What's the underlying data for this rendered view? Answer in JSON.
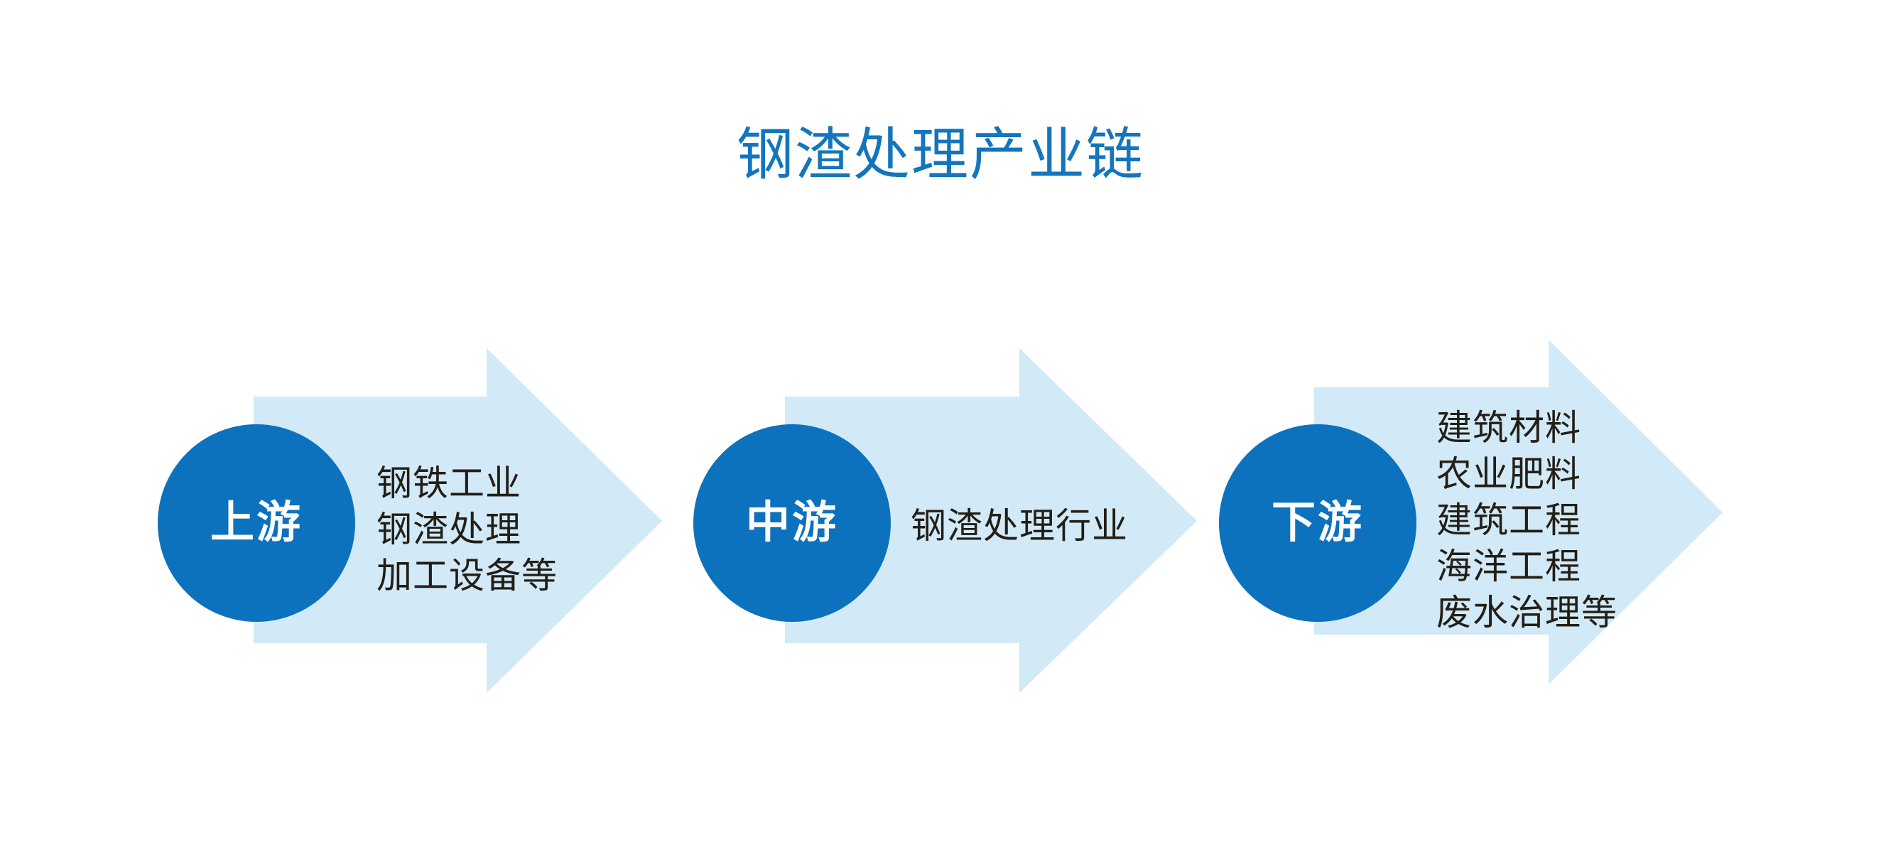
{
  "title": "钢渣处理产业链",
  "colors": {
    "background": "#ffffff",
    "title_blue": "#1275bd",
    "circle_blue": "#0c72bd",
    "arrow_light_blue": "#d2e9f8",
    "body_text": "#231f16",
    "circle_text": "#ffffff"
  },
  "stages": [
    {
      "key": "upstream",
      "badge": "上游",
      "items": [
        "钢铁工业",
        "钢渣处理",
        "加工设备等"
      ]
    },
    {
      "key": "midstream",
      "badge": "中游",
      "items": [
        "钢渣处理行业"
      ]
    },
    {
      "key": "downstream",
      "badge": "下游",
      "items": [
        "建筑材料",
        "农业肥料",
        "建筑工程",
        "海洋工程",
        "废水治理等"
      ]
    }
  ],
  "chart_data": {
    "type": "diagram",
    "subtype": "industry-chain-arrows",
    "title": "钢渣处理产业链",
    "flow_direction": "left-to-right",
    "nodes": [
      {
        "stage": "上游",
        "contents": [
          "钢铁工业",
          "钢渣处理",
          "加工设备等"
        ]
      },
      {
        "stage": "中游",
        "contents": [
          "钢渣处理行业"
        ]
      },
      {
        "stage": "下游",
        "contents": [
          "建筑材料",
          "农业肥料",
          "建筑工程",
          "海洋工程",
          "废水治理等"
        ]
      }
    ]
  }
}
